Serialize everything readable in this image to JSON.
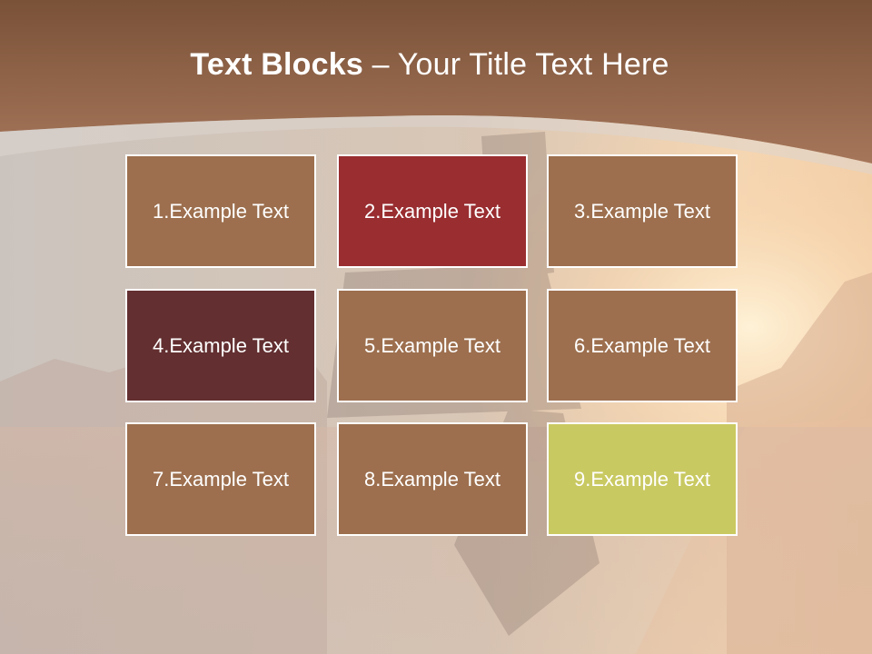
{
  "slide": {
    "title_bold": "Text Blocks",
    "title_dash": " – ",
    "title_rest": "Your Title Text Here"
  },
  "colors": {
    "header_brown": "#8f6343",
    "block_default": "#9d6f4e",
    "block_red": "#992d30",
    "block_dark": "#632f30",
    "block_lime": "#c9c962",
    "border": "#ffffff"
  },
  "blocks": [
    {
      "label": "1.Example Text",
      "color": "#9d6f4e"
    },
    {
      "label": "2.Example Text",
      "color": "#992d30"
    },
    {
      "label": "3.Example Text",
      "color": "#9d6f4e"
    },
    {
      "label": "4.Example Text",
      "color": "#632f30"
    },
    {
      "label": "5.Example Text",
      "color": "#9d6f4e"
    },
    {
      "label": "6.Example Text",
      "color": "#9d6f4e"
    },
    {
      "label": "7.Example Text",
      "color": "#9d6f4e"
    },
    {
      "label": "8.Example Text",
      "color": "#9d6f4e"
    },
    {
      "label": "9.Example Text",
      "color": "#c9c962"
    }
  ]
}
